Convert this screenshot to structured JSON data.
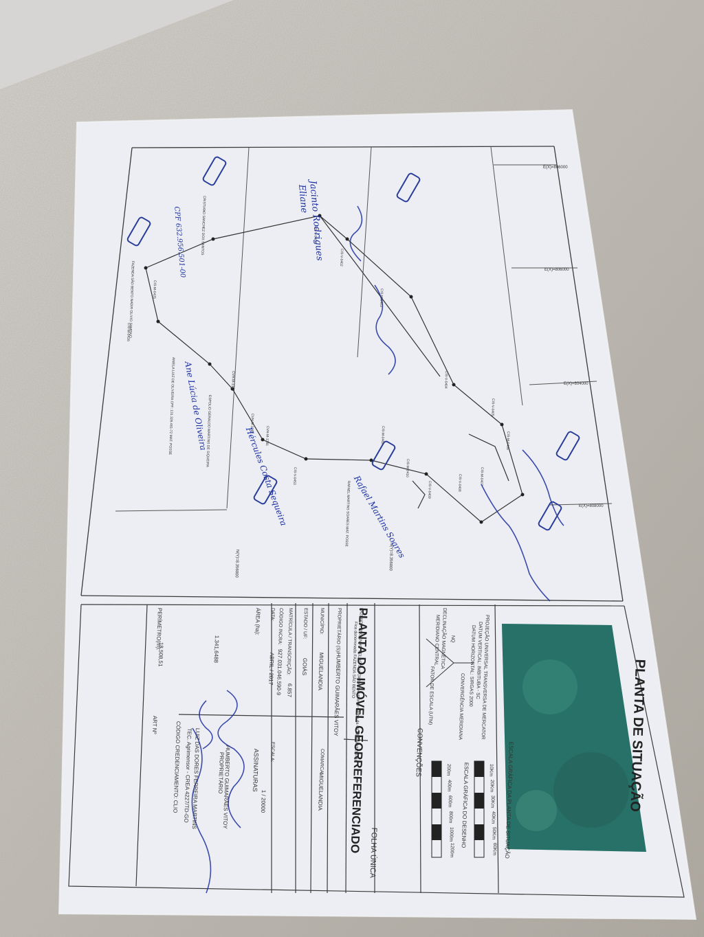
{
  "photo": {
    "counter_colors": {
      "base": "#b7b2a8",
      "speckle_dark": "#6f6a63",
      "speckle_light": "#e4e1dc"
    },
    "paper_color": "#ecedf2",
    "ink_color": "#2b2b2b",
    "pen_color": "#1b2fa0",
    "satellite_color": "#2f7d74"
  },
  "sheet": {
    "title": "PLANTA DE SITUAÇÃO",
    "main_title": "PLANTA DO IMÓVEL GEORREFERENCIADO",
    "folha": "FOLHA ÚNICA",
    "conventions_title": "CONVENÇÕES",
    "scale_title": "ESCALA GRÁFICA DA PLANTA DE SITUAÇÃO",
    "scale_drawing_title": "ESCALA GRÁFICA DO DESENHO",
    "km_ticks": [
      "10Km",
      "20Km",
      "30Km",
      "40Km",
      "50Km",
      "60Km"
    ],
    "m_ticks": [
      "200m",
      "400m",
      "600m",
      "800m",
      "1000m",
      "1200m"
    ],
    "projection": "PROJEÇÃO UNIVERSAL TRANSVERSA DE MERCATOR",
    "datum_vertical": "DATUM VERTICAL: IMBITUBA - SC",
    "datum_horizontal": "DATUM HORIZONTAL: SIRGAS 2000",
    "nq": "NQ",
    "convergence": "CONVERGÊNCIA MERIDIANA",
    "declinacao": "DECLINAÇÃO MAGNÉTICA",
    "meridiano": "MERIDIANO CENTRAL",
    "fator_escala": "FATOR DE ESCALA (UTM)",
    "proprietario_label": "PROPRIETÁRIO (S):",
    "proprietario": "HUMBERTO GUIMARÃES VITOY",
    "imovel": "FAZENDA ENGENHO VELHO Sua Gleba Documento Gleba da GLEBA MANDUIRA",
    "imovel_sub": "Fica denominada FAZENDA SÃO BENTO",
    "municipio_label": "MUNICÍPIO:",
    "municipio": "MIGUELANDIA",
    "comarca_label": "COMARCA:",
    "comarca": "MIGUELANDIA",
    "estado_label": "ESTADO / UF:",
    "estado": "GOIÁS",
    "matricula_label": "MATRÍCULA / TRANSCRIÇÃO:",
    "matricula": "6.857",
    "codigo_label": "CÓDIGO INCRA:",
    "codigo": "927.031.046.590-9",
    "data_label": "DATA:",
    "data": "ABRIL / 2017",
    "escala_label": "ESCALA:",
    "escala": "1 / 20000",
    "area_label": "ÁREA (ha):",
    "area": "1.341,6488",
    "perimetro_label": "PERÍMETRO(m):",
    "perimetro": "18.508,51",
    "assinaturas": "ASSINATURAS",
    "proprietario_sign": "HUMBERTO GUIMARÃES VITOY",
    "proprietario_role": "PROPRIETÁRIO",
    "tecnico": "LUIZ DAS DORES FERREIRA MARTINS",
    "tecnico_role": "TEC. Agrimensor - CREA 4227/TD-GO",
    "codigo_cred": "CÓDIGO CREDENCIAMENTO: CLIO",
    "art": "ART Nº"
  },
  "map": {
    "coord_labels": [
      "E(X)=806000",
      "E(X)=806000",
      "E(X)=804000",
      "E(X)=808000",
      "N(Y)=8.356000",
      "N(Y)=8.356000"
    ],
    "vertex_labels": [
      "CIS-M-0425",
      "CIS-M-0426",
      "CIS-V-0401",
      "CIS-V-0402",
      "CIS-M-0403",
      "CIS-V-0404",
      "CIS-V-0405",
      "CIS-M-0406",
      "CIS-M-0407",
      "CIS-V-0408",
      "CIS-V-0409",
      "CIS-M-0410",
      "CVH-M-1391",
      "CVH-M-1392",
      "CVH-M-1393",
      "CIS-V-0453",
      "CIS-M-0462"
    ],
    "neighbor_notes": [
      "FAZENDA SÃO BENTO NADIR OLIVIO SAMPAIO",
      "ANIELA LUIZ DE OLIVEIRA CPF: 131.326.461-72 MAT. POSSE",
      "ESPOLIO GERALDO MARTINS DE SIQUEIRA",
      "RAFAEL MARTINS SOARES MAT. POSSE",
      "CRISTIANO SANCHEZ DOS SANTOS"
    ],
    "handwritten": [
      "Jacinto Rodrigues",
      "Eliane",
      "CPF 632.956.501-00",
      "Hércules Costa Sequeira",
      "Ane Lúcia de Oliveira",
      "Rafael Martins Soares"
    ]
  }
}
